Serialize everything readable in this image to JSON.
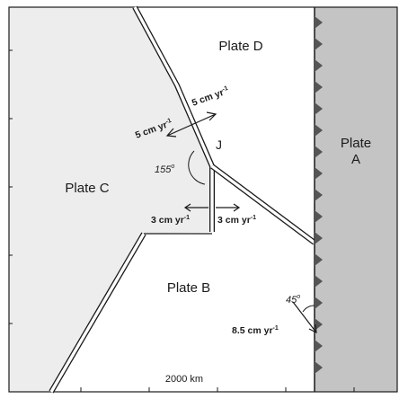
{
  "colors": {
    "plate_c_fill": "#ededed",
    "plate_a_fill": "#c4c4c4",
    "white_fill": "#ffffff",
    "line": "#1a1a1a",
    "tooth": "#555555"
  },
  "plates": {
    "a": {
      "name": "Plate",
      "letter": "A"
    },
    "b": "Plate B",
    "c": "Plate C",
    "d": "Plate D"
  },
  "junction": "J",
  "angles": {
    "triple_junction": "155",
    "trench": "45",
    "degree_symbol": "o"
  },
  "velocities": {
    "ridge_left": "5 cm yr",
    "ridge_right": "5 cm yr",
    "transform_left": "3 cm yr",
    "transform_right": "3 cm yr",
    "subduction": "8.5 cm yr",
    "exponent": "-1"
  },
  "scale": {
    "label": "2000 km"
  }
}
